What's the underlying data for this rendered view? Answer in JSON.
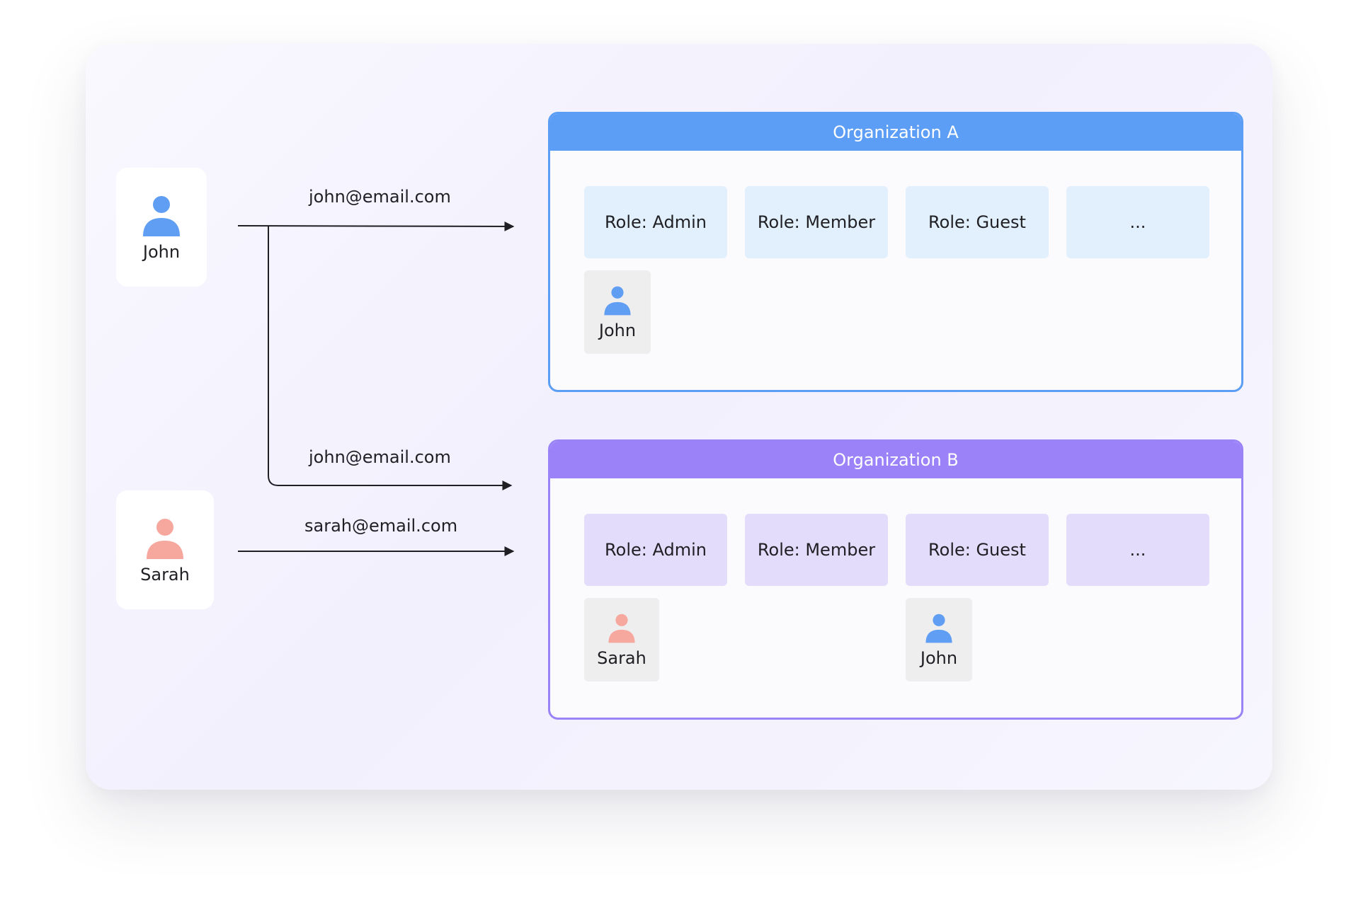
{
  "users": [
    {
      "name": "John",
      "color": "#5f9ef2"
    },
    {
      "name": "Sarah",
      "color": "#f6a89f"
    }
  ],
  "connections": [
    {
      "email": "john@email.com",
      "from": "John",
      "to": "Organization A"
    },
    {
      "email": "john@email.com",
      "from": "John",
      "to": "Organization B"
    },
    {
      "email": "sarah@email.com",
      "from": "Sarah",
      "to": "Organization B"
    }
  ],
  "organizations": [
    {
      "title": "Organization A",
      "color": "#5c9df5",
      "roles": [
        "Role: Admin",
        "Role: Member",
        "Role: Guest",
        "..."
      ],
      "members": [
        {
          "name": "John",
          "role": "Role: Admin"
        }
      ]
    },
    {
      "title": "Organization B",
      "color": "#9b82f8",
      "roles": [
        "Role: Admin",
        "Role: Member",
        "Role: Guest",
        "..."
      ],
      "members": [
        {
          "name": "Sarah",
          "role": "Role: Admin"
        },
        {
          "name": "John",
          "role": "Role: Guest"
        }
      ]
    }
  ]
}
